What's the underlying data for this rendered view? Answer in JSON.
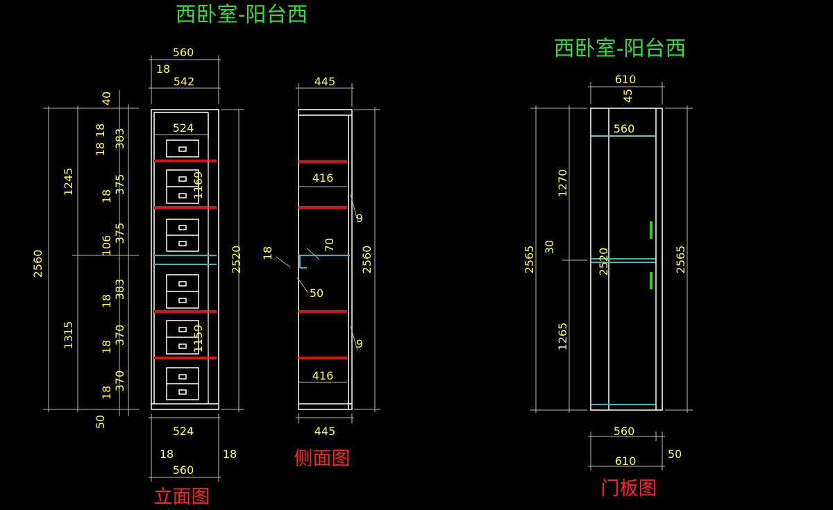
{
  "titles": {
    "front_top": "西卧室-阳台西",
    "door_top": "西卧室-阳台西",
    "front_label": "立面图",
    "side_label": "侧面图",
    "door_label": "门板图"
  },
  "dims_front": {
    "top_560": "560",
    "d18": "18",
    "d542": "542",
    "d40": "40",
    "d18a": "18",
    "d383a": "383",
    "d524t": "524",
    "d18b": "18",
    "d375a": "375",
    "d1169": "1169",
    "d375b": "375",
    "d106": "106",
    "d1245": "1245",
    "d18c": "18",
    "d383b": "383",
    "d18d": "18",
    "d370a": "370",
    "d1159": "1159",
    "d1315": "1315",
    "d18e": "18",
    "d370b": "370",
    "d2560": "2560",
    "d2520": "2520",
    "d50": "50",
    "b524": "524",
    "b18l": "18",
    "b18r": "18",
    "b560": "560"
  },
  "dims_side": {
    "t445": "445",
    "d416t": "416",
    "d9a": "9",
    "d18": "18",
    "d70": "70",
    "d50": "50",
    "d2560": "2560",
    "d9b": "9",
    "d416b": "416",
    "b445": "445"
  },
  "dims_door": {
    "t610": "610",
    "d45": "45",
    "d560t": "560",
    "d1270": "1270",
    "d2565l": "2565",
    "d30": "30",
    "d2520": "2520",
    "d2565r": "2565",
    "d1265": "1265",
    "b560": "560",
    "b610": "610",
    "b50": "50"
  },
  "colors": {
    "dim": "#ffff33",
    "title_green": "#33dd33",
    "title_red": "#ff2222",
    "shelf": "#dd1111",
    "divider": "#33bbbb",
    "handle": "#33cc33"
  }
}
